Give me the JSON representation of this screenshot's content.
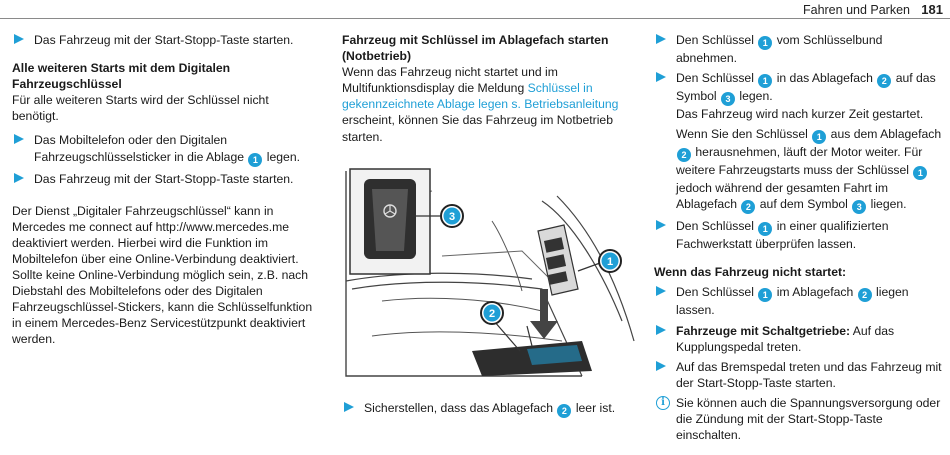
{
  "header": {
    "title": "Fahren und Parken",
    "page": "181"
  },
  "col1": {
    "b1": "Das Fahrzeug mit der Start-Stopp-Taste starten.",
    "h1": "Alle weiteren Starts mit dem Digitalen Fahrzeugschlüssel",
    "p1": "Für alle weiteren Starts wird der Schlüssel nicht benötigt.",
    "b2_a": "Das Mobiltelefon oder den Digitalen Fahrzeugschlüsselsticker in die Ablage",
    "b2_b": "legen.",
    "b3": "Das Fahrzeug mit der Start-Stopp-Taste starten.",
    "p2": "Der Dienst „Digitaler Fahrzeugschlüssel“ kann in Mercedes me connect auf http://www.mercedes.me deaktiviert werden. Hierbei wird die Funktion im Mobiltelefon über eine Online-Verbindung deaktiviert. Sollte keine Online-Verbindung möglich sein, z.B. nach Diebstahl des Mobiltelefons oder des Digitalen Fahrzeugschlüssel-Stickers, kann die Schlüsselfunktion in einem Mercedes-Benz Servicestützpunkt deaktiviert werden."
  },
  "col2": {
    "h1": "Fahrzeug mit Schlüssel im Ablagefach starten (Notbetrieb)",
    "p1_a": "Wenn das Fahrzeug nicht startet und im Multifunktionsdisplay die Meldung",
    "p1_link": "Schlüssel in gekennzeichnete Ablage legen s. Betriebsanleitung",
    "p1_b": "erscheint, können Sie das Fahrzeug im Notbetrieb starten.",
    "b1_a": "Sicherstellen, dass das Ablagefach",
    "b1_b": "leer ist."
  },
  "col3": {
    "b1_a": "Den Schlüssel",
    "b1_b": "vom Schlüsselbund abnehmen.",
    "b2_a": "Den Schlüssel",
    "b2_b": "in das Ablagefach",
    "b2_c": "auf das Symbol",
    "b2_d": "legen.",
    "b2_sub": "Das Fahrzeug wird nach kurzer Zeit gestartet.",
    "p1_a": "Wenn Sie den Schlüssel",
    "p1_b": "aus dem Ablagefach",
    "p1_c": "herausnehmen, läuft der Motor weiter. Für weitere Fahrzeugstarts muss der Schlüssel",
    "p1_d": "jedoch während der gesamten Fahrt im Ablagefach",
    "p1_e": "auf dem Symbol",
    "p1_f": "liegen.",
    "b3_a": "Den Schlüssel",
    "b3_b": "in einer qualifizierten Fachwerkstatt überprüfen lassen.",
    "h1": "Wenn das Fahrzeug nicht startet:",
    "b4_a": "Den Schlüssel",
    "b4_b": "im Ablagefach",
    "b4_c": "liegen lassen.",
    "b5_bold": "Fahrzeuge mit Schaltgetriebe:",
    "b5_rest": "Auf das Kupplungspedal treten.",
    "b6": "Auf das Bremspedal treten und das Fahrzeug mit der Start-Stopp-Taste starten.",
    "info": "Sie können auch die Spannungsversorgung oder die Zündung mit der Start-Stopp-Taste einschalten."
  },
  "callouts": {
    "n1": "1",
    "n2": "2",
    "n3": "3"
  },
  "colors": {
    "accent": "#1f9fd6"
  },
  "icons": {
    "bullet": "triangle-bullet-icon",
    "info": "info-icon"
  }
}
